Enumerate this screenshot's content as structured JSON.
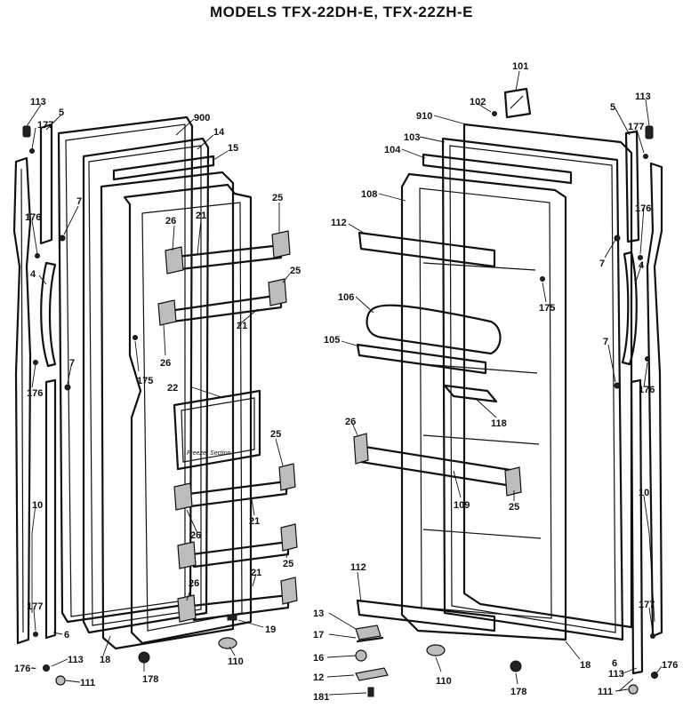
{
  "title": "MODELS TFX-22DH-E, TFX-22ZH-E",
  "left_labels": {
    "l113": "113",
    "l5": "5",
    "l177a": "177",
    "l900": "900",
    "l14": "14",
    "l15": "15",
    "l176a": "176",
    "l7a": "7",
    "l26a": "26",
    "l21a": "21",
    "l25a": "25",
    "l25b": "25",
    "l4": "4",
    "l26b": "26",
    "l21b": "21",
    "l175": "175",
    "l7b": "7",
    "l176b": "176",
    "l22": "22",
    "l25c": "25",
    "l10": "10",
    "l26c": "26",
    "l21c": "21",
    "l25d": "25",
    "l26d": "26",
    "l21d": "21",
    "l19": "19",
    "l177b": "177",
    "l6": "6",
    "l176c": "176~",
    "l113b": "113",
    "l111": "111",
    "l18": "18",
    "l110": "110",
    "l178": "178"
  },
  "right_labels": {
    "r101": "101",
    "r102": "102",
    "r910": "910",
    "r103": "103",
    "r104": "104",
    "r113": "113",
    "r5": "5",
    "r177a": "177",
    "r108": "108",
    "r176a": "176",
    "r112a": "112",
    "r7a": "7",
    "r4": "4",
    "r175": "175",
    "r106": "106",
    "r105": "105",
    "r7b": "7",
    "r176b": "176",
    "r118": "118",
    "r26": "26",
    "r109": "109",
    "r25": "25",
    "r10": "10",
    "r112b": "112",
    "r177b": "177",
    "r13": "13",
    "r6": "6",
    "r17": "17",
    "r113b": "113",
    "r16": "16",
    "r18": "18",
    "r176c": "176",
    "r12": "12",
    "r110": "110",
    "r178": "178",
    "r111": "111",
    "r181": "181"
  },
  "panel_text": "Freezer Section"
}
